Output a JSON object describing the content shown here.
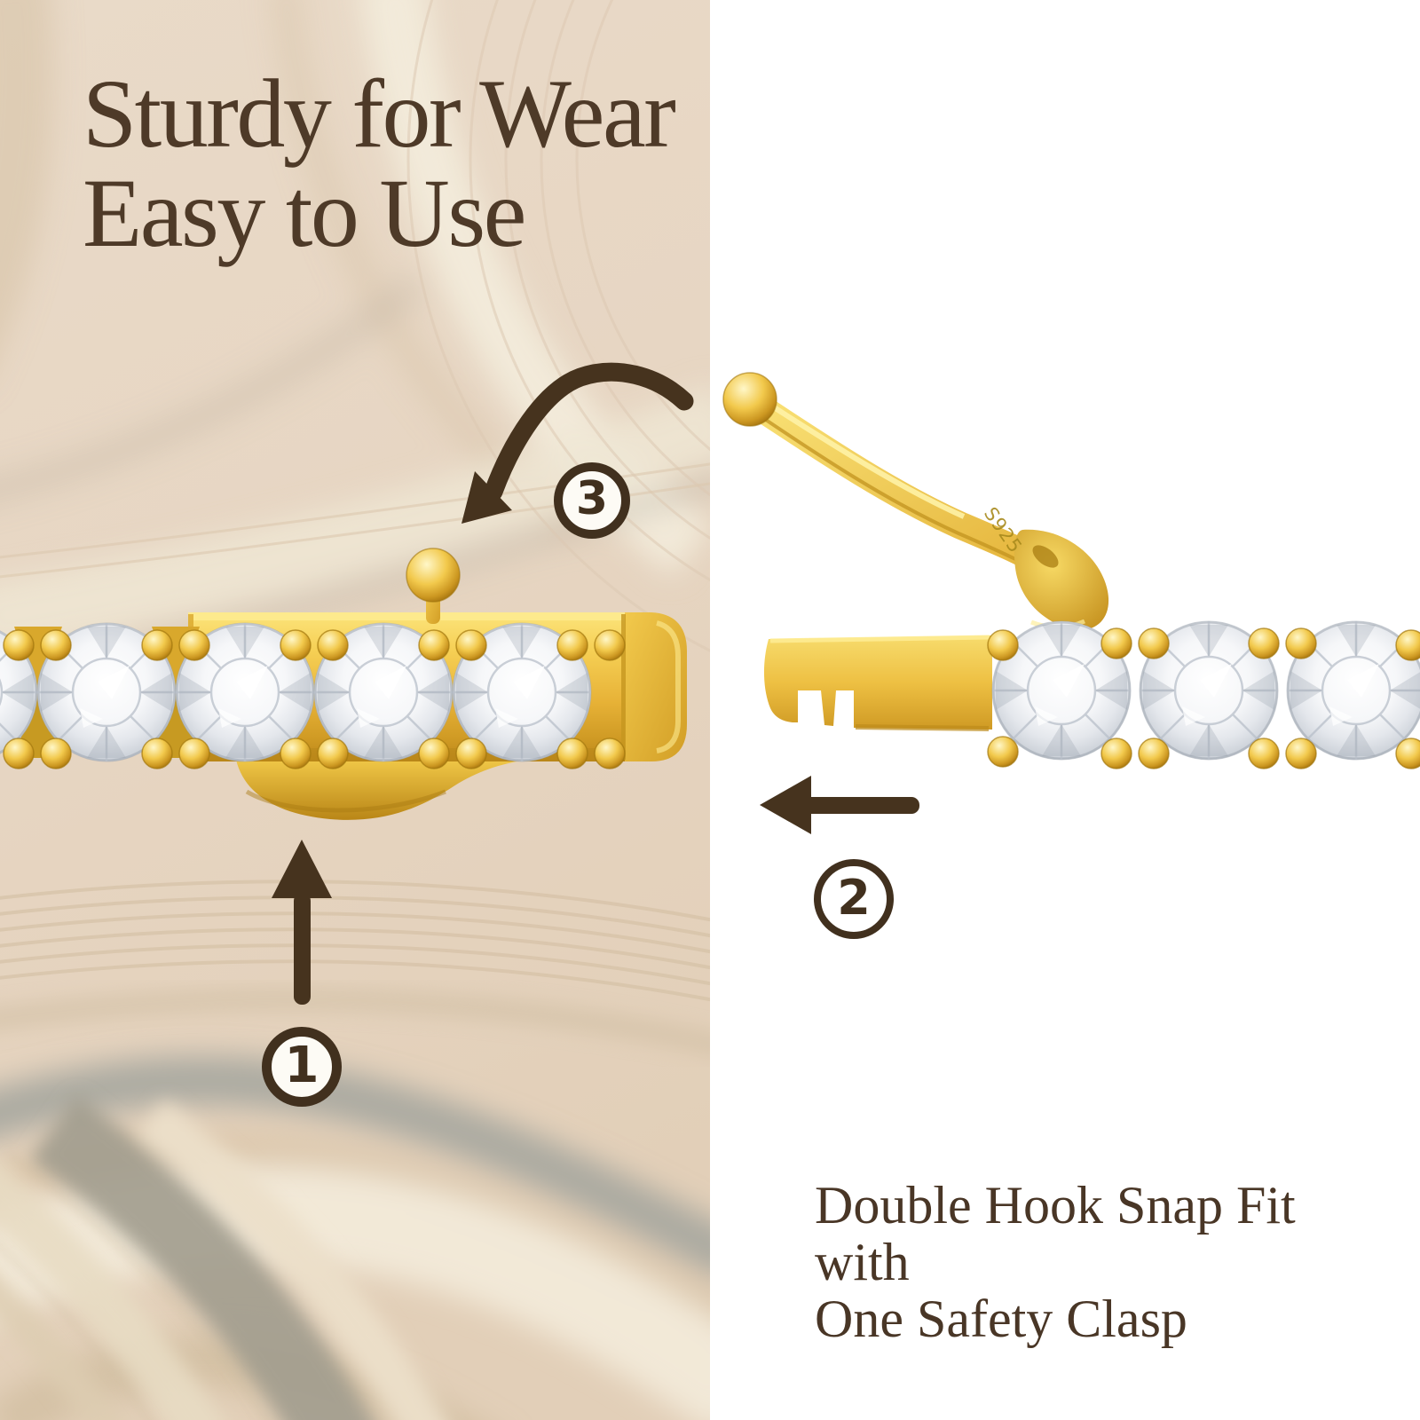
{
  "left_panel": {
    "heading_line1": "Sturdy for Wear",
    "heading_line2": "Easy to Use"
  },
  "steps": [
    {
      "number": "1"
    },
    {
      "number": "2"
    },
    {
      "number": "3"
    }
  ],
  "right_panel": {
    "engraving": "S925",
    "caption_line1": "Double Hook Snap Fit",
    "caption_line2": "with",
    "caption_line3": "One Safety Clasp"
  },
  "colors": {
    "beige_background": "#e7d6c3",
    "white_background": "#ffffff",
    "text_brown": "#4e3a28",
    "annotation_dark_brown": "#46331e",
    "gold": "#f3cd55",
    "gold_dark": "#bb8618",
    "gemstone_white": "#ffffff",
    "shadow_gray": "#a19c8e"
  }
}
